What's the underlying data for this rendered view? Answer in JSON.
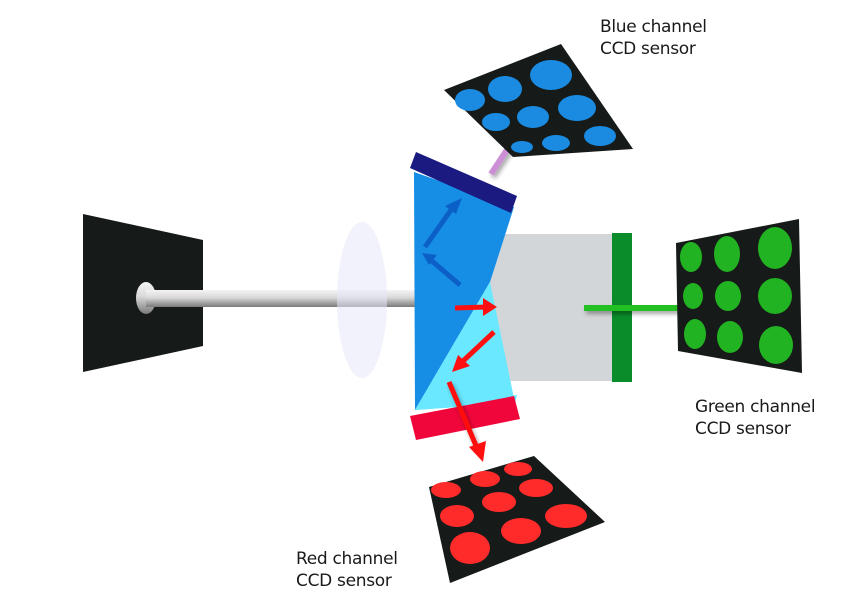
{
  "labels": {
    "blue": {
      "line1": "Blue channel",
      "line2": "CCD sensor"
    },
    "green": {
      "line1": "Green channel",
      "line2": "CCD sensor"
    },
    "red": {
      "line1": "Red channel",
      "line2": "CCD sensor"
    }
  },
  "colors": {
    "sensor_bg": "#161a19",
    "blue_dot": "#1a8be0",
    "green_dot": "#21b321",
    "red_dot": "#ff2a2a",
    "prism_blue": "#168ee6",
    "prism_cyan": "#6ae8ff",
    "blue_filter": "#1a1a80",
    "red_filter": "#f0063a",
    "green_filter": "#0a8c2a",
    "block_gray": "#d3d6d8",
    "arrow_blue": "#0d5fc8",
    "arrow_red": "#ff1010",
    "arrow_green": "#22c022",
    "arrow_violet": "#cc8fd6"
  }
}
